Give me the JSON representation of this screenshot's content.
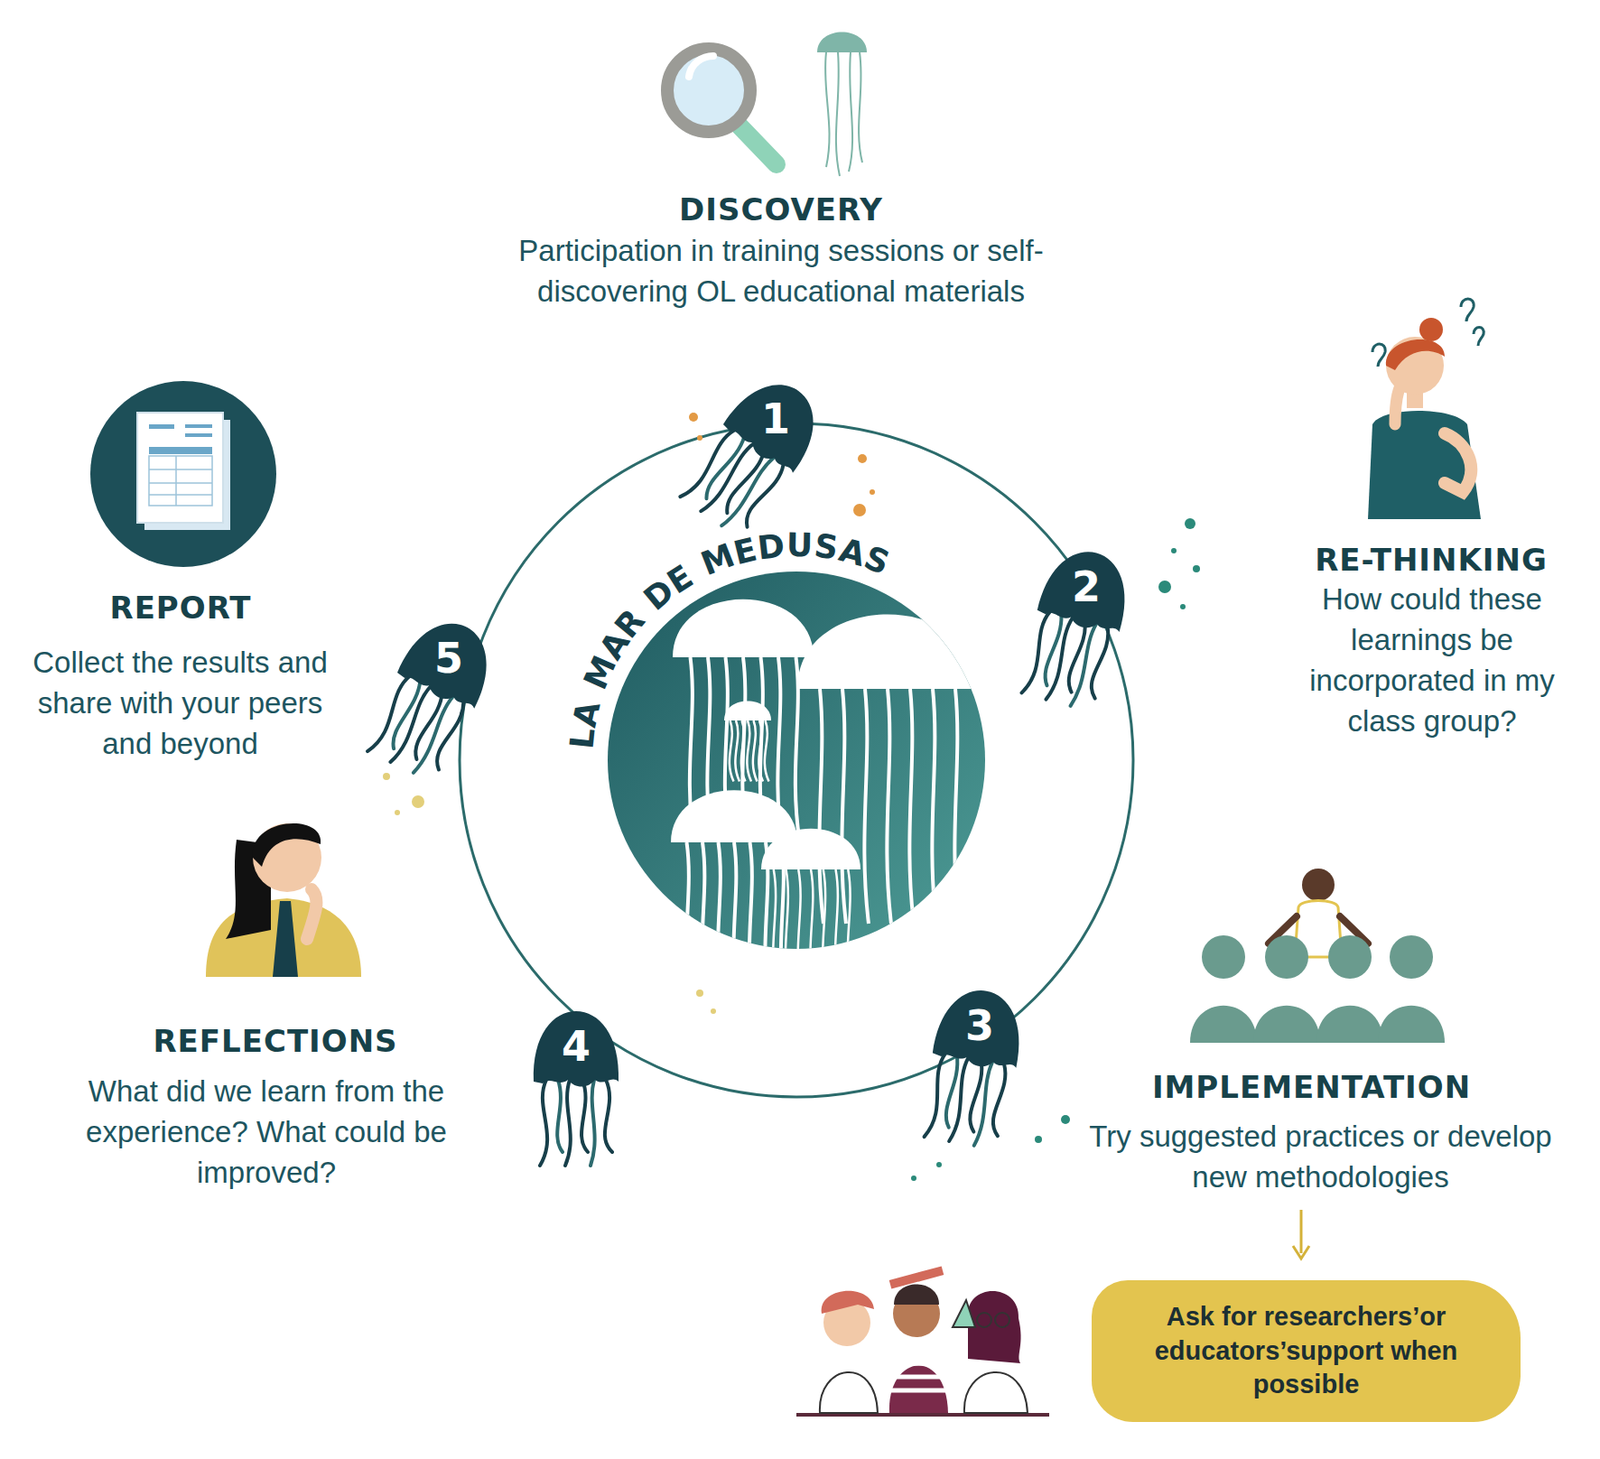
{
  "diagram": {
    "nodes": [
      {
        "text": [
          "LA MAR DE MEDUSAS"
        ]
      },
      {
        "text": [
          "1"
        ]
      },
      {
        "text": [
          "2"
        ]
      },
      {
        "text": [
          "3"
        ]
      },
      {
        "text": [
          "4"
        ]
      },
      {
        "text": [
          "5"
        ]
      },
      {
        "text": [
          "Ask for researchers’or educators’support when possible"
        ]
      }
    ],
    "labels": [
      "DISCOVERY",
      "Participation in training sessions or self-discovering OL educational materials",
      "RE-THINKING",
      "How could these learnings be incorporated in my class group?",
      "IMPLEMENTATION",
      "Try suggested practices or develop new methodologies",
      "REFLECTIONS",
      "What did we learn from the experience? What could be improved?",
      "REPORT",
      "Collect the results and share with your peers and beyond"
    ]
  }
}
